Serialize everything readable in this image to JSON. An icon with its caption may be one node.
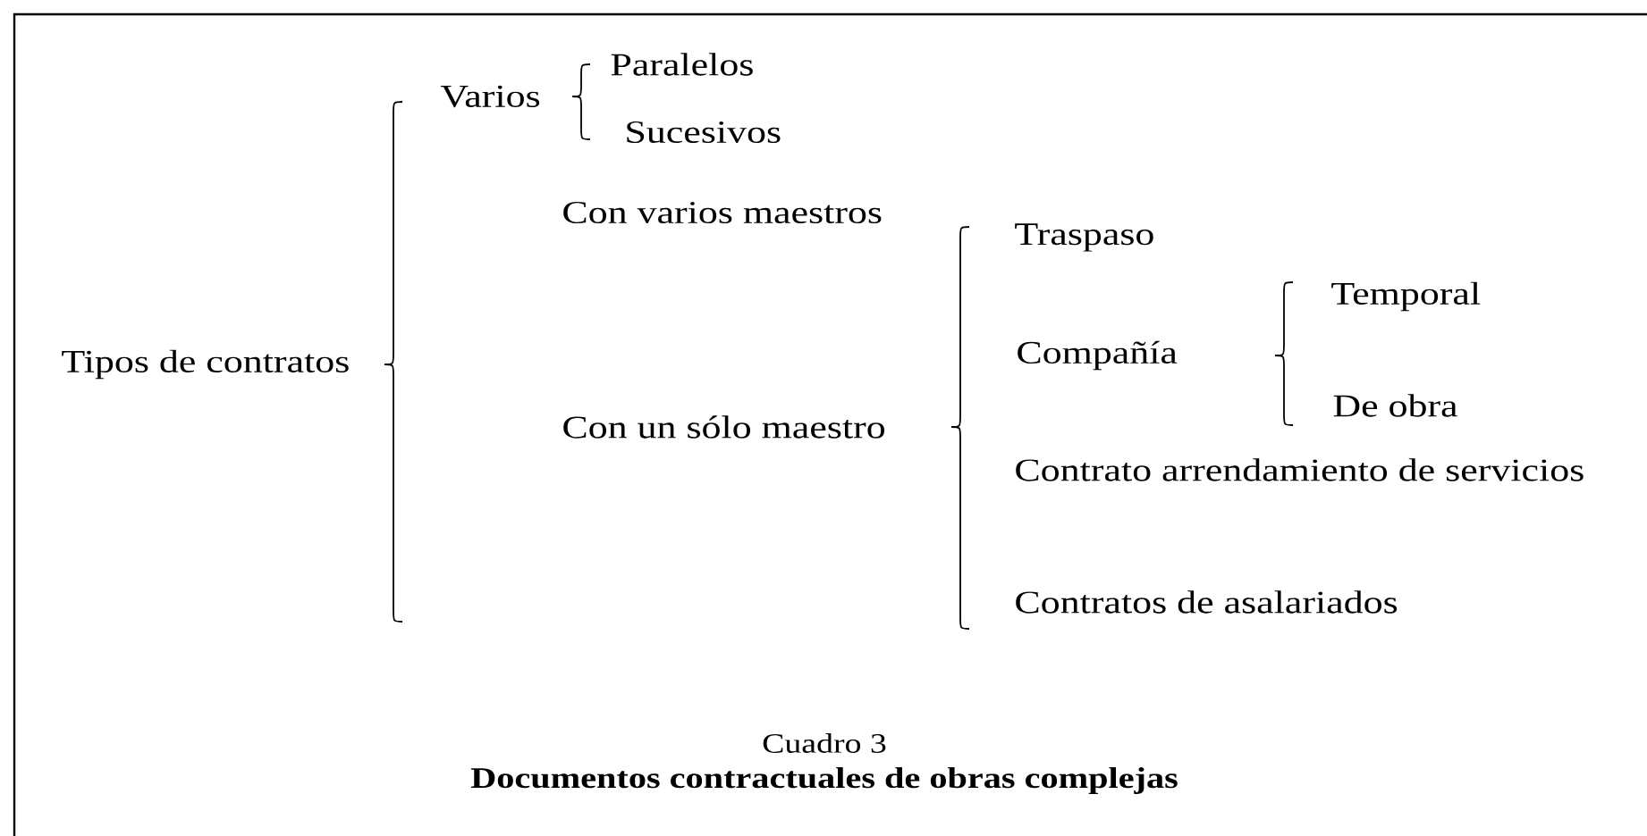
{
  "diagram": {
    "caption": "Documentos contractuales de obras complejas",
    "nodes": [
      {
        "text": [
          "Tipos de contratos"
        ]
      },
      {
        "text": [
          "Varios"
        ]
      },
      {
        "text": [
          "Paralelos"
        ]
      },
      {
        "text": [
          "Sucesivos"
        ]
      },
      {
        "text": [
          "Con varios maestros"
        ]
      },
      {
        "text": [
          "Con un sólo maestro"
        ]
      },
      {
        "text": [
          "Traspaso"
        ]
      },
      {
        "text": [
          "Compañía"
        ]
      },
      {
        "text": [
          "Temporal"
        ]
      },
      {
        "text": [
          "De obra"
        ]
      },
      {
        "text": [
          "Contrato arrendamiento de servicios"
        ]
      },
      {
        "text": [
          "Contratos de asalariados"
        ]
      }
    ],
    "labels": [
      "Cuadro 3"
    ]
  }
}
